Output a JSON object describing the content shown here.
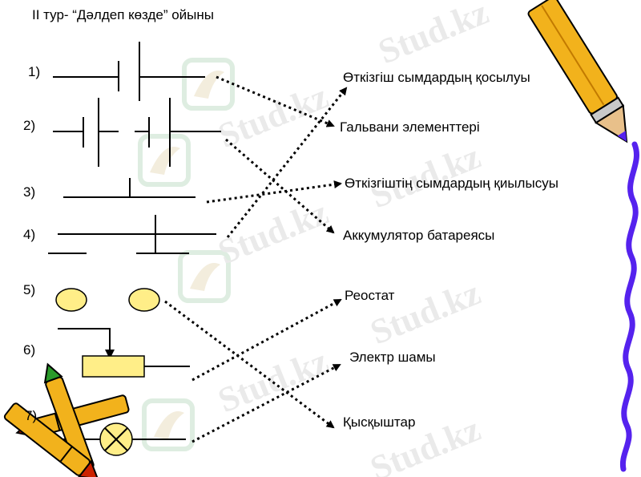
{
  "title": "II тур- “Дәлдеп көзде” ойыны",
  "numbers": [
    "1)",
    "2)",
    "3)",
    "4)",
    "5)",
    "6)",
    "7)"
  ],
  "answers": [
    "Өткізгіш сымдардың қосылуы",
    "Гальвани элементтері",
    "Өткізгіштің сымдардың қиылысуы",
    "Аккумулятор батареясы",
    "Реостат",
    "Электр шамы",
    "Қысқыштар"
  ],
  "watermark": "Stud.kz",
  "colors": {
    "line": "#000000",
    "element_fill": "#ffee88",
    "ribbon": "#5522ee",
    "pencil_body": "#f2b21c",
    "pencil_tip": "#cc2200"
  }
}
